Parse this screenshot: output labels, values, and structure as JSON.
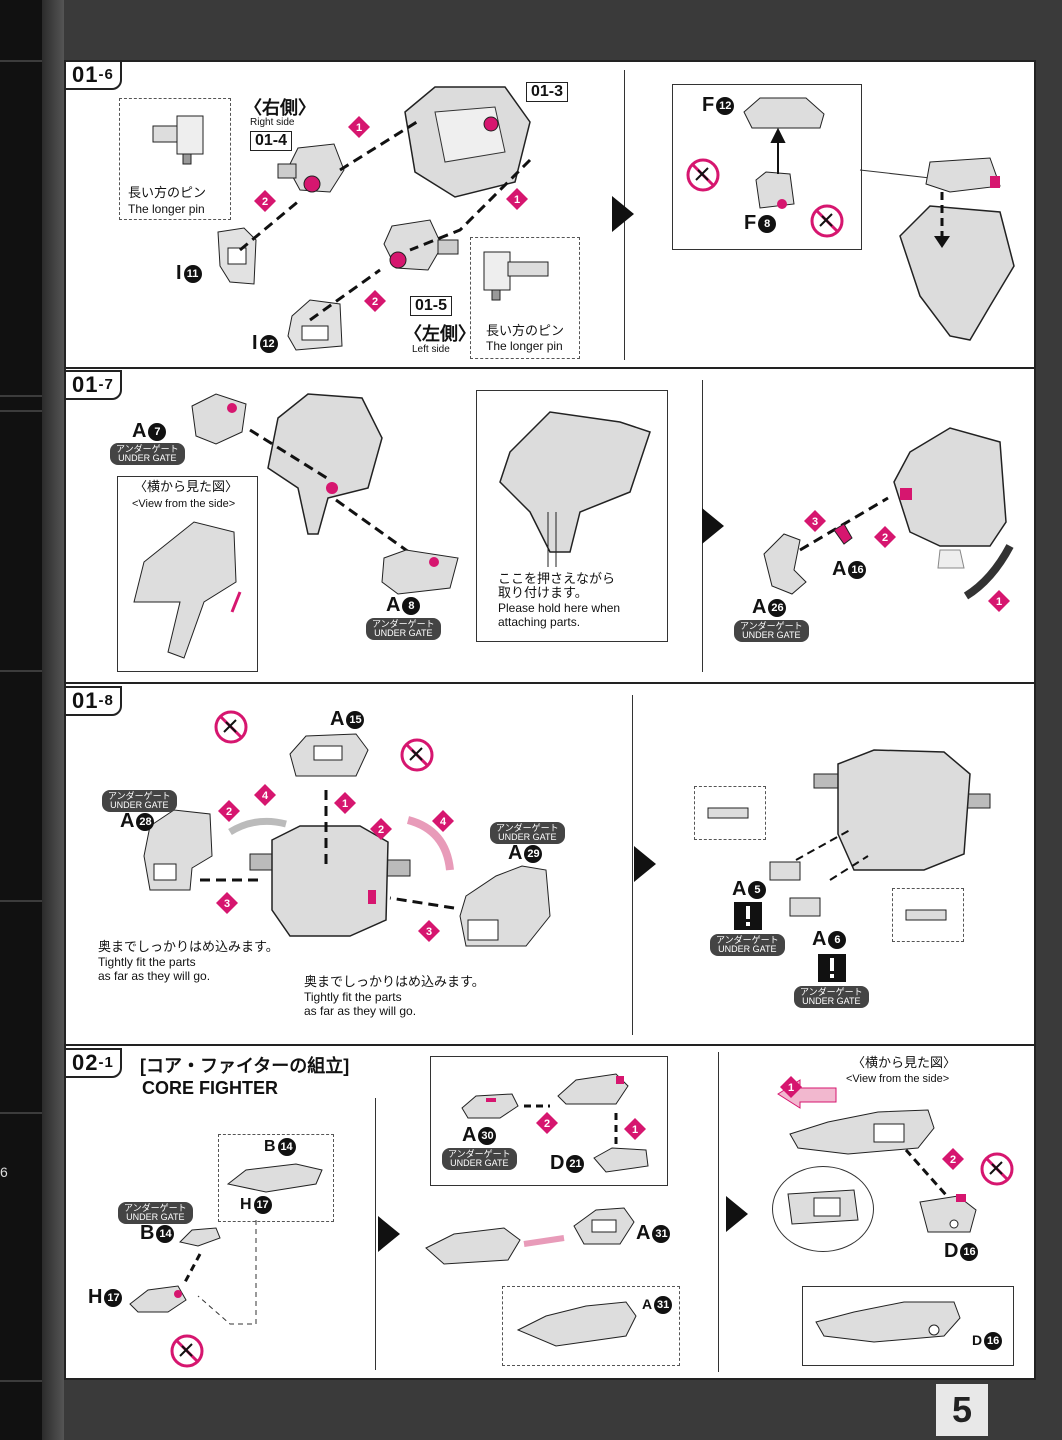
{
  "page_number": "5",
  "side_number": "6",
  "steps": {
    "s016": {
      "code": "01",
      "sub": "-6"
    },
    "s017": {
      "code": "01",
      "sub": "-7"
    },
    "s018": {
      "code": "01",
      "sub": "-8"
    },
    "s021": {
      "code": "02",
      "sub": "-1"
    }
  },
  "s016": {
    "right_jp": "〈右側〉",
    "right_en": "Right side",
    "ref_014": "01-4",
    "ref_013": "01-3",
    "ref_015": "01-5",
    "left_jp": "〈左側〉",
    "left_en": "Left side",
    "longer_pin_jp": "長い方のピン",
    "longer_pin_en": "The longer pin",
    "part_i11": "I",
    "part_i11_n": "11",
    "part_i12": "I",
    "part_i12_n": "12",
    "part_f12": "F",
    "part_f12_n": "12",
    "part_f8": "F",
    "part_f8_n": "8"
  },
  "s017": {
    "part_a7": "A",
    "part_a7_n": "7",
    "part_a8": "A",
    "part_a8_n": "8",
    "part_a16": "A",
    "part_a16_n": "16",
    "part_a26": "A",
    "part_a26_n": "26",
    "side_view_jp": "〈横から見た図〉",
    "side_view_en": "<View from the side>",
    "hold_jp1": "ここを押さえながら",
    "hold_jp2": "取り付けます。",
    "hold_en1": "Please hold here when",
    "hold_en2": "attaching parts."
  },
  "s018": {
    "part_a15": "A",
    "part_a15_n": "15",
    "part_a28": "A",
    "part_a28_n": "28",
    "part_a29": "A",
    "part_a29_n": "29",
    "part_a5": "A",
    "part_a5_n": "5",
    "part_a6": "A",
    "part_a6_n": "6",
    "fit_jp": "奥までしっかりはめ込みます。",
    "fit_en1": "Tightly fit the parts",
    "fit_en2": "as far as they will go."
  },
  "s021": {
    "title_jp": "[コア・ファイターの組立]",
    "title_en": "CORE FIGHTER",
    "part_b14": "B",
    "part_b14_n": "14",
    "part_h17": "H",
    "part_h17_n": "17",
    "part_a30": "A",
    "part_a30_n": "30",
    "part_d21": "D",
    "part_d21_n": "21",
    "part_a31": "A",
    "part_a31_n": "31",
    "part_d16": "D",
    "part_d16_n": "16",
    "side_view_jp": "〈横から見た図〉",
    "side_view_en": "<View from the side>"
  },
  "under_gate": {
    "jp": "アンダーゲート",
    "en": "UNDER GATE"
  },
  "colors": {
    "accent": "#d6166f",
    "ink": "#111111",
    "part_fill": "#d9d9d9",
    "gate_bg": "#444444"
  }
}
